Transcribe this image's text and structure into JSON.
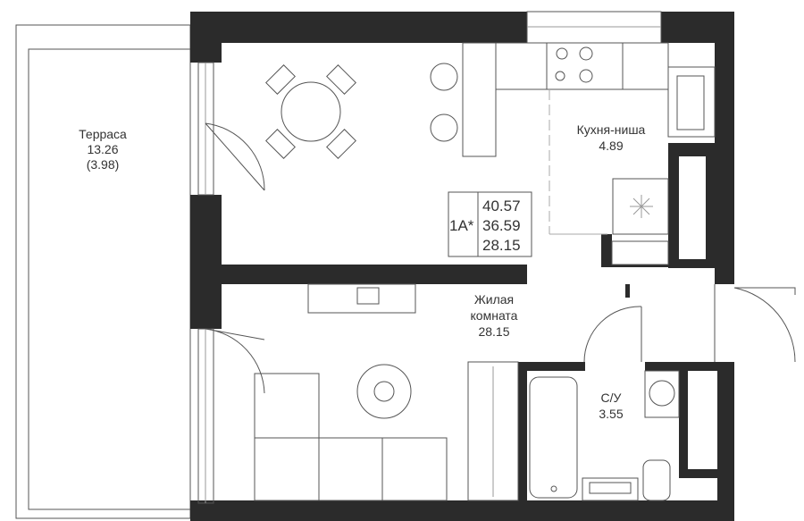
{
  "rooms": {
    "terrace": {
      "name": "Терраса",
      "area": "13.26",
      "area_reduced": "(3.98)"
    },
    "kitchen": {
      "name": "Кухня-ниша",
      "area": "4.89"
    },
    "living": {
      "name_line1": "Жилая",
      "name_line2": "комната",
      "area": "28.15"
    },
    "bathroom": {
      "name": "С/У",
      "area": "3.55"
    }
  },
  "apartment_info": {
    "type": "1А*",
    "total_area": "40.57",
    "area_without_terrace": "36.59",
    "living_area": "28.15"
  },
  "colors": {
    "wall": "#2b2b2b",
    "line": "#555555"
  }
}
